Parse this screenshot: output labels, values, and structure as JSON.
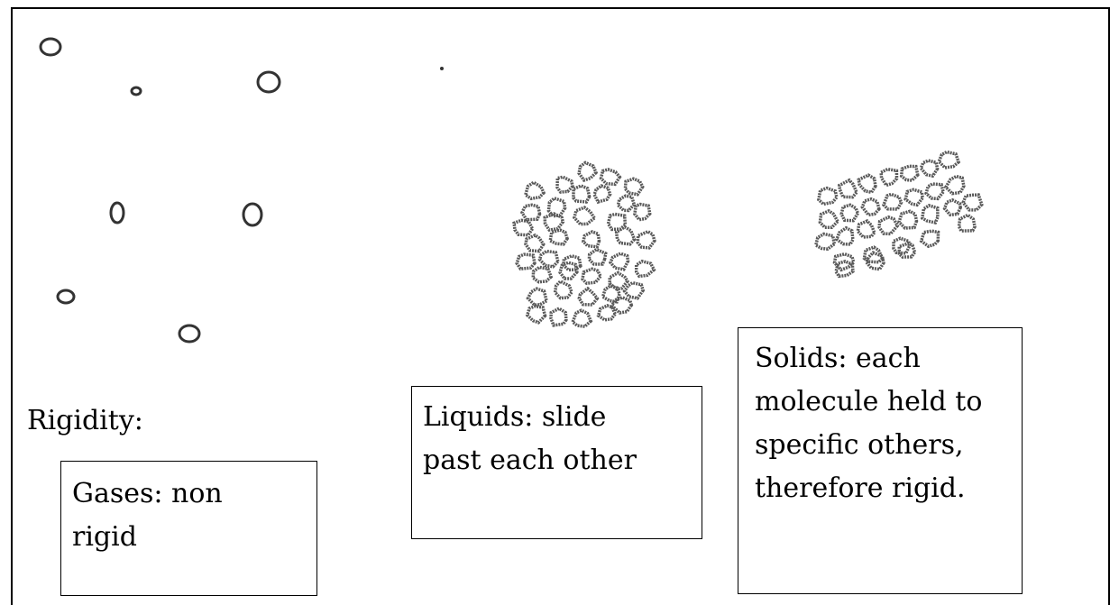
{
  "heading": "Rigidity:",
  "boxes": {
    "gases": [
      "Gases: non",
      "rigid"
    ],
    "liquids": [
      "Liquids: slide",
      "past each other"
    ],
    "solids": [
      "Solids: each",
      "molecule held to",
      "specific others,",
      "therefore rigid."
    ]
  },
  "colors": {
    "stroke": "#000000",
    "molecule": "#5a5a5a",
    "background": "#ffffff"
  }
}
